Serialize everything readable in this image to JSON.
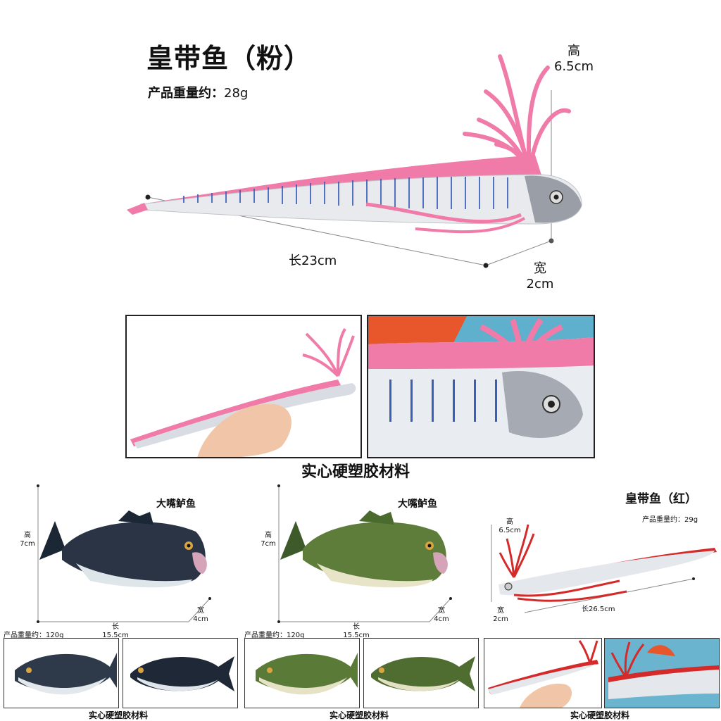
{
  "main": {
    "title": "皇带鱼（粉）",
    "weight_label": "产品重量约：",
    "weight_value": "28g",
    "height_label": "高",
    "height_value": "6.5cm",
    "length_label": "长23cm",
    "width_label": "宽",
    "width_value": "2cm",
    "material": "实心硬塑胶材料",
    "color": "#f07aa8"
  },
  "bass_dark": {
    "title": "大嘴鲈鱼",
    "height_label": "高",
    "height_value": "7cm",
    "length_label": "长",
    "length_value": "15.5cm",
    "width_label": "宽",
    "width_value": "4cm",
    "weight": "产品重量约：120g",
    "material": "实心硬塑胶材料"
  },
  "bass_green": {
    "title": "大嘴鲈鱼",
    "height_label": "高",
    "height_value": "7cm",
    "length_label": "长",
    "length_value": "15.5cm",
    "width_label": "宽",
    "width_value": "4cm",
    "weight": "产品重量约：120g",
    "material": "实心硬塑胶材料"
  },
  "red_oarfish": {
    "title": "皇带鱼（红）",
    "weight": "产品重量约：29g",
    "height_label": "高",
    "height_value": "6.5cm",
    "length_label": "长26.5cm",
    "width_label": "宽",
    "width_value": "2cm",
    "material": "实心硬塑胶材料",
    "color": "#d42a2a"
  }
}
